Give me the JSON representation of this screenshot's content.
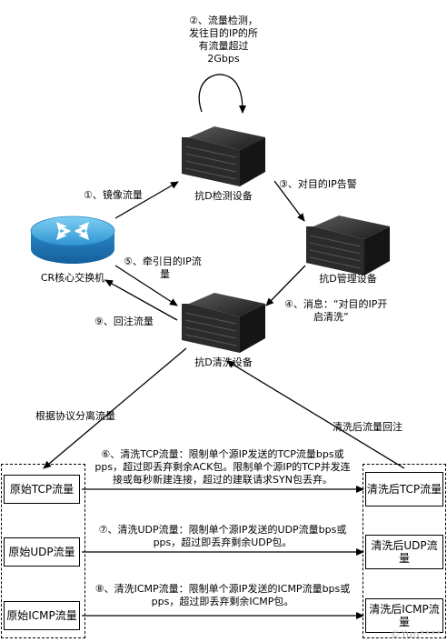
{
  "nodes": {
    "detector": "抗D检测设备",
    "manager": "抗D管理设备",
    "cleaner": "抗D清洗设备",
    "switch": "CR核心交换机"
  },
  "steps": {
    "s1": "①、镜像流量",
    "s2_l1": "②、流量检测，",
    "s2_l2": "发往目的IP的所",
    "s2_l3": "有流量超过",
    "s2_l4": "2Gbps",
    "s3": "③、对目的IP告警",
    "s4_l1": "④、消息：“对目的IP开",
    "s4_l2": "启清洗”",
    "s5_l1": "⑤、牵引目的IP流",
    "s5_l2": "量",
    "s9": "⑨、回注流量",
    "split": "根据协议分离流量",
    "reinject": "清洗后流量回注",
    "s6_l1": "⑥、清洗TCP流量：限制单个源IP发送的TCP流量bps或",
    "s6_l2": "pps，超过即丢弃剩余ACK包。限制单个源IP的TCP并发连",
    "s6_l3": "接或每秒新建连接，超过的建联请求SYN包丢弃。",
    "s7_l1": "⑦、清洗UDP流量：限制单个源IP发送的UDP流量bps或",
    "s7_l2": "pps，超过即丢弃剩余UDP包。",
    "s8_l1": "⑧、清洗ICMP流量：限制单个源IP发送的ICMP流量bps或",
    "s8_l2": "pps，超过即丢弃剩余ICMP包。"
  },
  "left_boxes": [
    "原始TCP流量",
    "原始UDP流量",
    "原始ICMP流量"
  ],
  "right_boxes": [
    "清洗后TCP流量",
    "清洗后UDP流量",
    "清洗后ICMP流量"
  ],
  "watermark": "©Yun**** "
}
